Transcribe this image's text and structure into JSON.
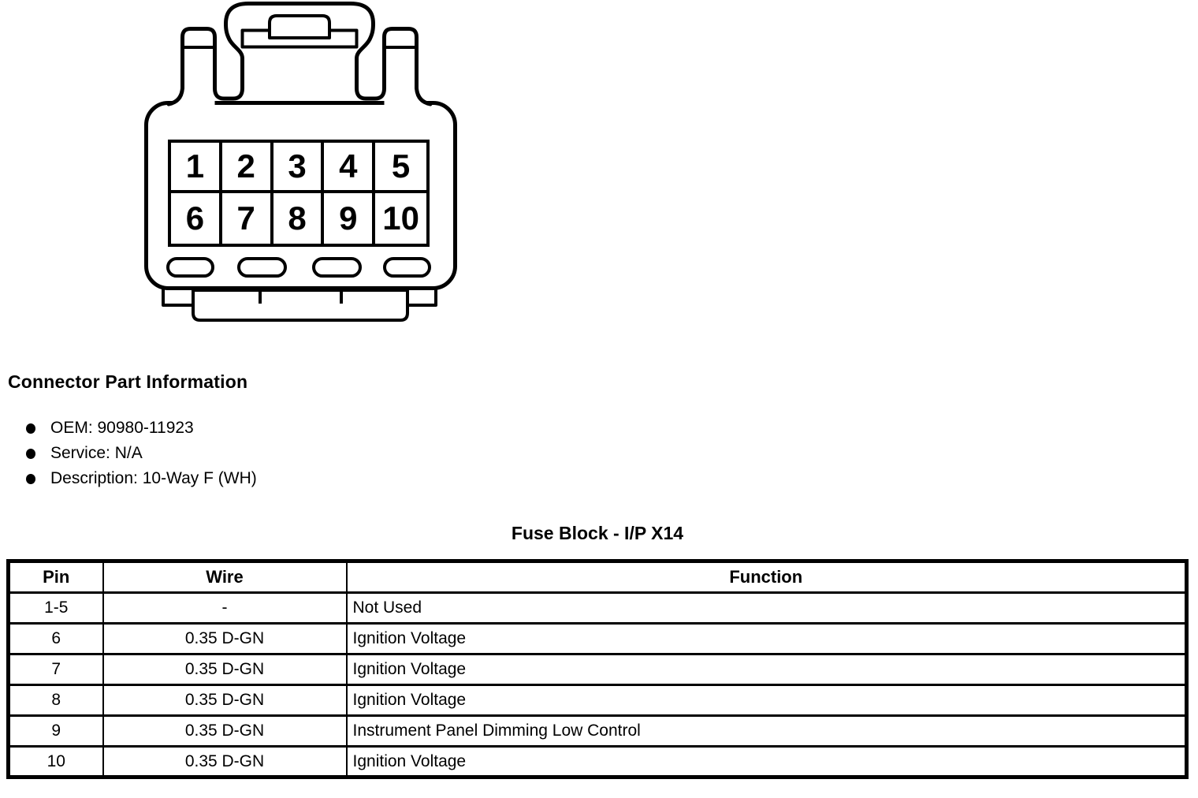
{
  "colors": {
    "ink": "#000000",
    "paper": "#ffffff"
  },
  "connector_figure": {
    "description_name": "10-way-connector-face-view",
    "pins_row1": [
      "1",
      "2",
      "3",
      "4",
      "5"
    ],
    "pins_row2": [
      "6",
      "7",
      "8",
      "9",
      "10"
    ]
  },
  "part_info": {
    "heading": "Connector Part Information",
    "items": [
      "OEM: 90980-11923",
      "Service: N/A",
      "Description: 10-Way F (WH)"
    ]
  },
  "table": {
    "title": "Fuse Block - I/P X14",
    "headers": [
      "Pin",
      "Wire",
      "Function"
    ],
    "rows": [
      {
        "pin": "1-5",
        "wire": "-",
        "function": "Not Used"
      },
      {
        "pin": "6",
        "wire": "0.35 D-GN",
        "function": "Ignition Voltage"
      },
      {
        "pin": "7",
        "wire": "0.35 D-GN",
        "function": "Ignition Voltage"
      },
      {
        "pin": "8",
        "wire": "0.35 D-GN",
        "function": "Ignition Voltage"
      },
      {
        "pin": "9",
        "wire": "0.35 D-GN",
        "function": "Instrument Panel Dimming Low Control"
      },
      {
        "pin": "10",
        "wire": "0.35 D-GN",
        "function": "Ignition Voltage"
      }
    ]
  }
}
